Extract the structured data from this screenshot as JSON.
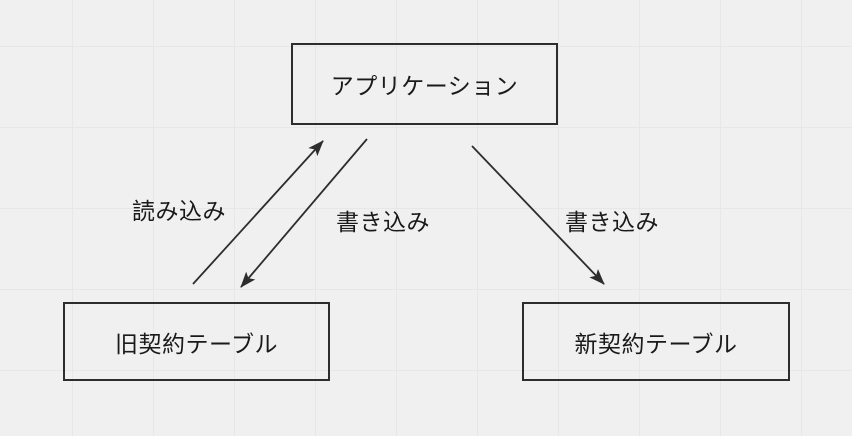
{
  "diagram": {
    "nodes": [
      {
        "id": "application",
        "label": "アプリケーション"
      },
      {
        "id": "old-contract-table",
        "label": "旧契約テーブル"
      },
      {
        "id": "new-contract-table",
        "label": "新契約テーブル"
      }
    ],
    "edges": [
      {
        "id": "read",
        "label": "読み込み",
        "from": "old-contract-table",
        "to": "application",
        "direction": "up"
      },
      {
        "id": "write-old",
        "label": "書き込み",
        "from": "application",
        "to": "old-contract-table",
        "direction": "down"
      },
      {
        "id": "write-new",
        "label": "書き込み",
        "from": "application",
        "to": "new-contract-table",
        "direction": "down"
      }
    ],
    "colors": {
      "background": "#f0f0f1",
      "grid_line": "#e7e7e8",
      "stroke": "#2d2d2d",
      "text": "#1a1a1a"
    }
  }
}
